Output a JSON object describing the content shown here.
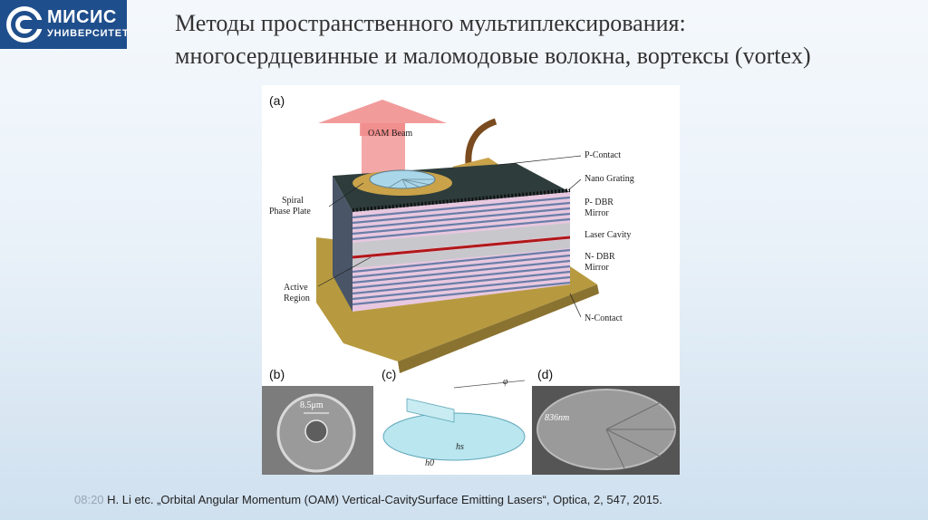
{
  "logo": {
    "name": "МИСИС",
    "subtitle": "УНИВЕРСИТЕТ",
    "brand_color": "#1f4e8c"
  },
  "title": {
    "line1": "Методы пространственного мультиплексирования:",
    "line2": "многосердцевинные и маломодовые волокна, вортексы (vortex)"
  },
  "figure": {
    "panel_a": "(a)",
    "panel_b": "(b)",
    "panel_c": "(c)",
    "panel_d": "(d)",
    "labels": {
      "oam_beam": "OAM Beam",
      "p_contact": "P-Contact",
      "nano_grating": "Nano Grating",
      "p_dbr_1": "P- DBR",
      "p_dbr_2": "Mirror",
      "laser_cavity": "Laser Cavity",
      "n_dbr_1": "N- DBR",
      "n_dbr_2": "Mirror",
      "n_contact": "N-Contact",
      "spiral_1": "Spiral",
      "spiral_2": "Phase Plate",
      "active_1": "Active",
      "active_2": "Region",
      "b_size": "8.5μm",
      "c_phi": "φ",
      "c_hs": "hs",
      "c_h0": "h0",
      "d_size": "836nm"
    }
  },
  "footer": {
    "time": "08:20",
    "citation": "H. Li etc. „Orbital Angular Momentum (OAM) Vertical-CavitySurface Emitting Lasers“, Optica, 2, 547, 2015."
  }
}
